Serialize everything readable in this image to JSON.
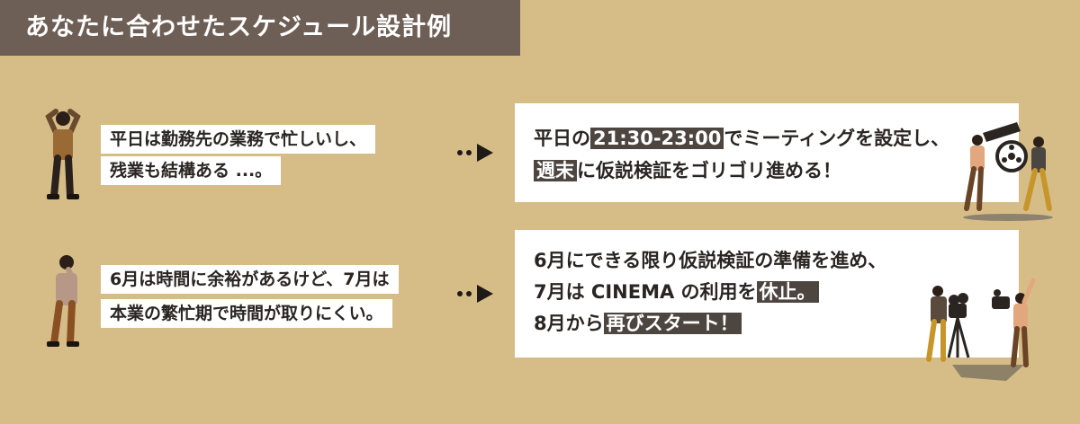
{
  "header": {
    "title": "あなたに合わせたスケジュール設計例"
  },
  "examples": [
    {
      "situation": [
        "平日は勤務先の業務で忙しいし、",
        "残業も結構ある ...。"
      ],
      "result": {
        "line1": {
          "before": "平日の",
          "highlight": "21:30-23:00",
          "after": "でミーティングを設定し、"
        },
        "line2": {
          "highlight": "週末",
          "after": "に仮説検証をゴリゴリ進める！"
        }
      }
    },
    {
      "situation": [
        "6月は時間に余裕があるけど、7月は",
        "本業の繁忙期で時間が取りにくい。"
      ],
      "result": {
        "line1": "6月にできる限り仮説検証の準備を進め、",
        "line2": {
          "before": "7月は CINEMA の利用を",
          "highlight": "休止。"
        },
        "line3": {
          "before": "8月から",
          "highlight": "再びスタート！"
        }
      }
    }
  ],
  "colors": {
    "background": "#d6bd88",
    "banner": "#6e5f56",
    "highlight": "#4d4540",
    "card": "#ffffff"
  }
}
